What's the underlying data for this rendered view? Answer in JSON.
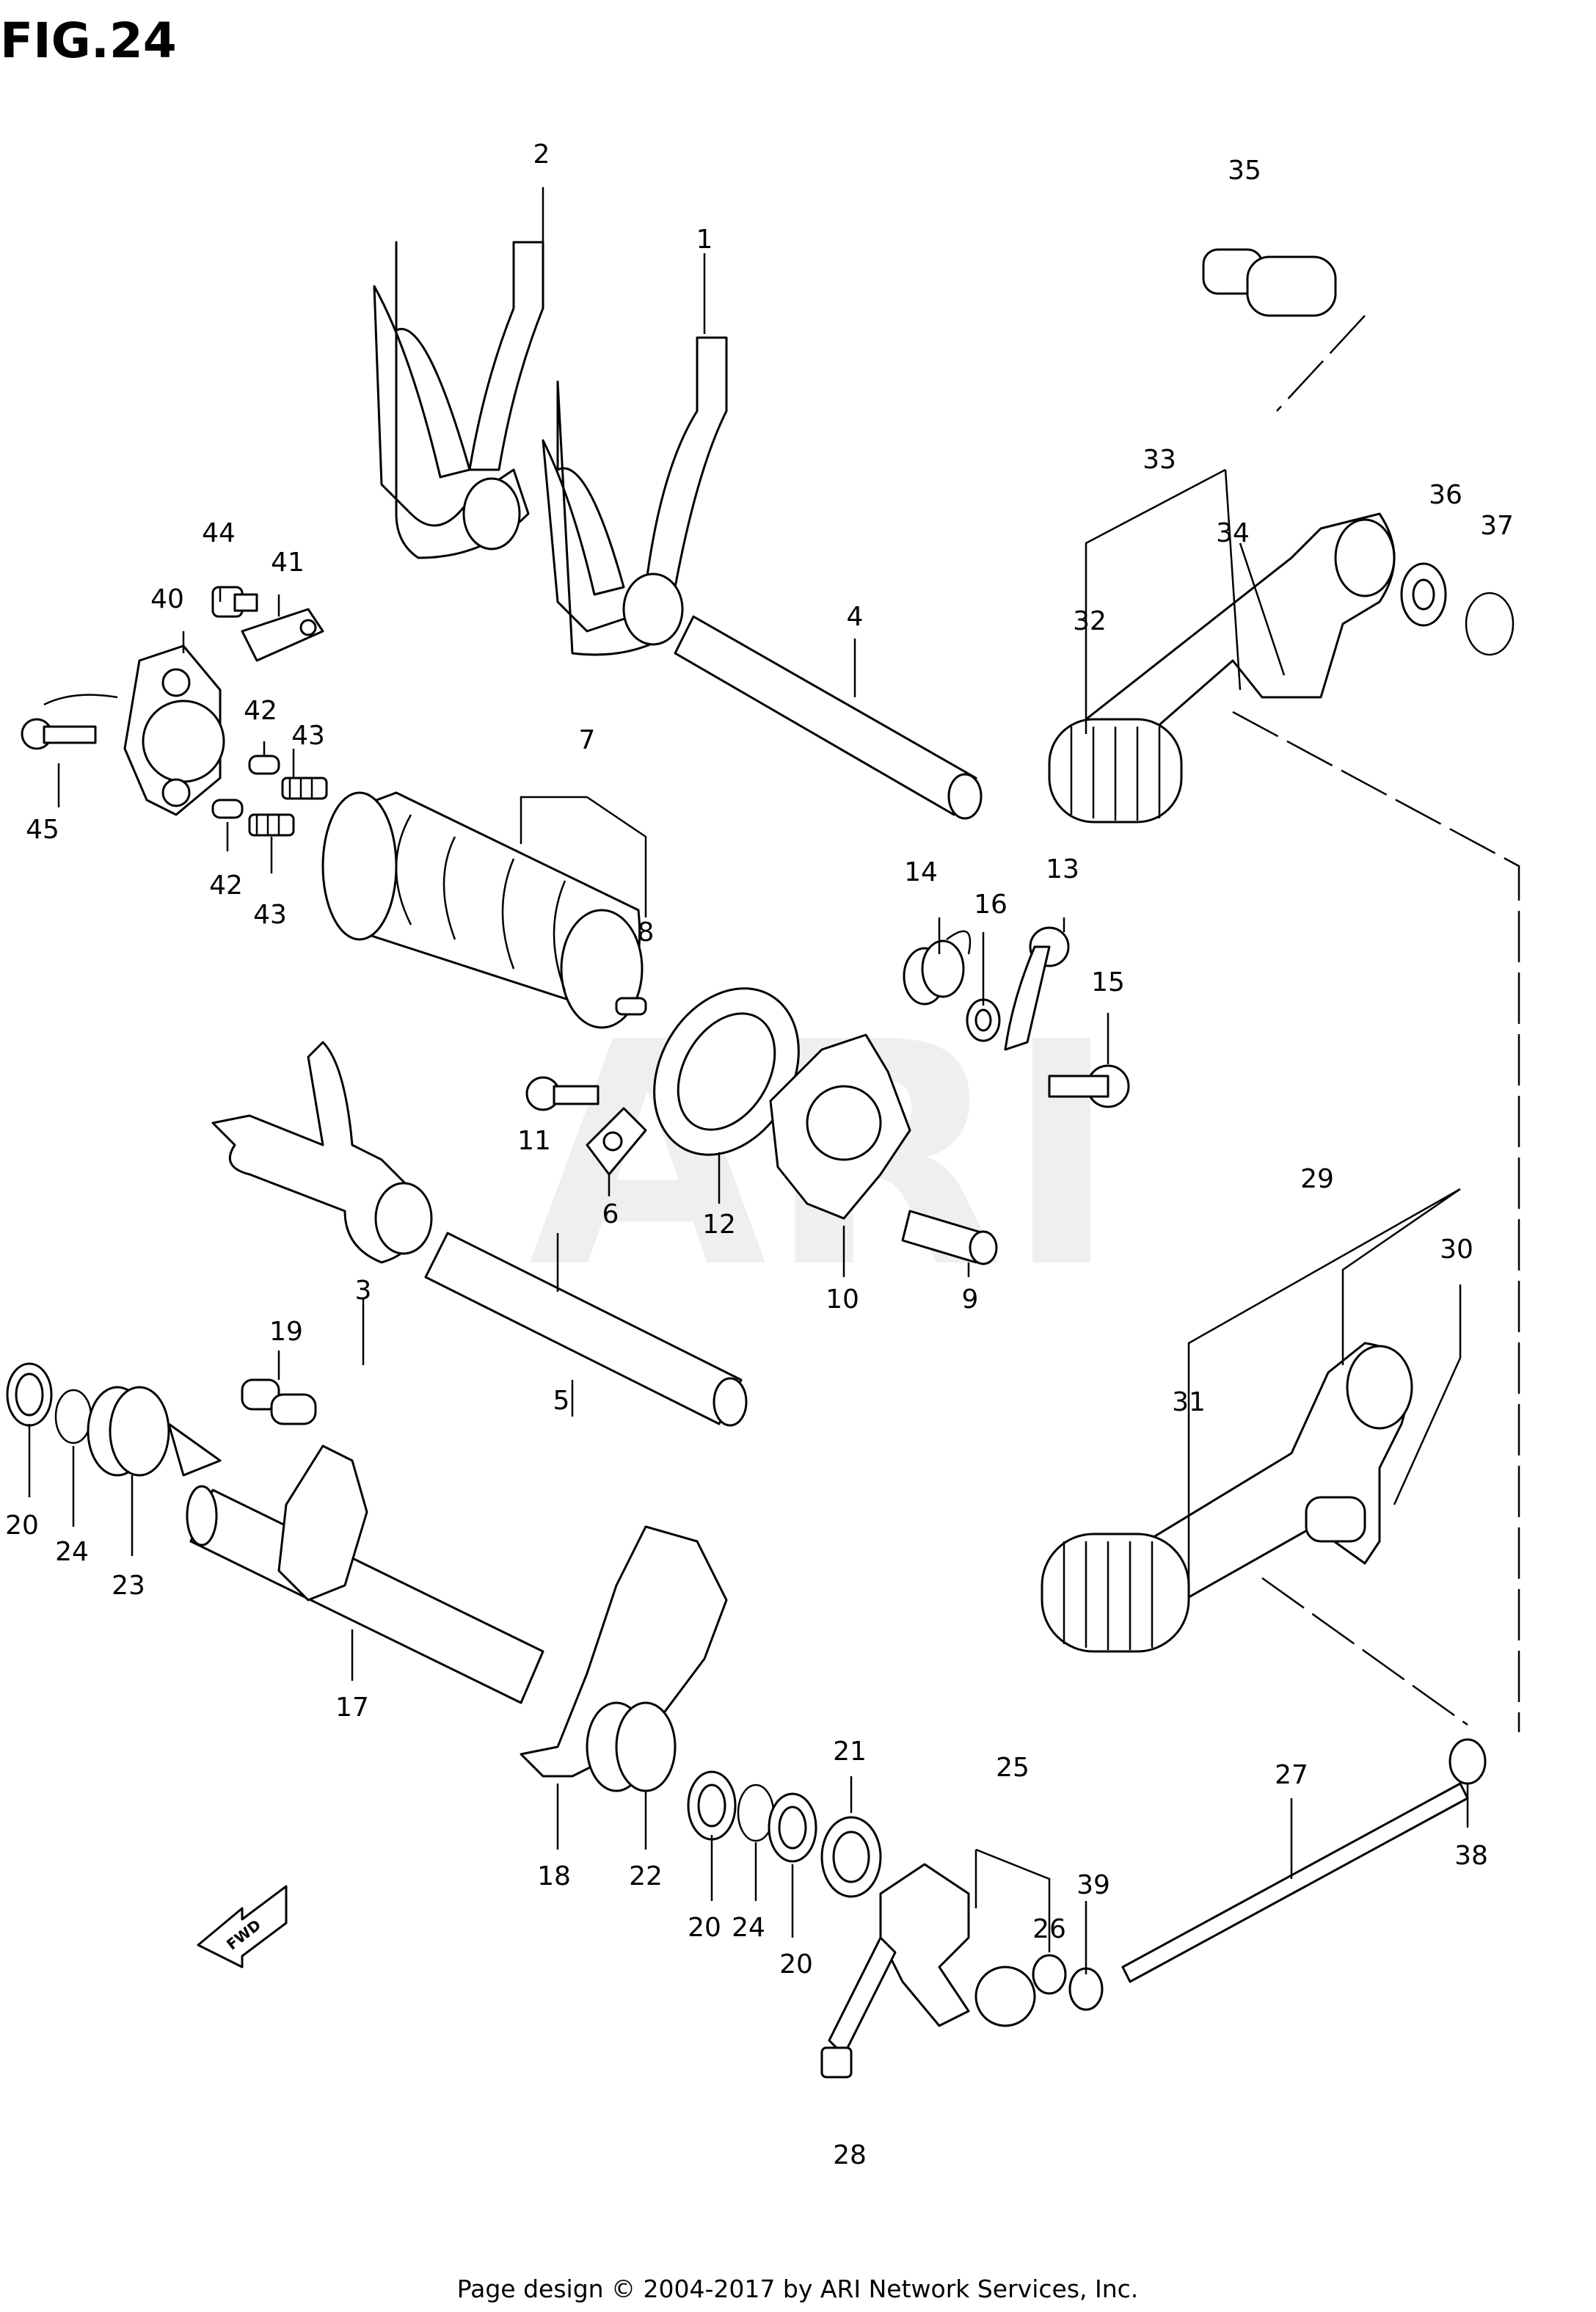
{
  "figure": {
    "title": "FIG.24"
  },
  "footer": {
    "text": "Page design © 2004-2017 by ARI Network Services, Inc."
  },
  "watermark": {
    "text": "ARI"
  },
  "direction_marker": {
    "text": "FWD"
  },
  "callouts": [
    "1",
    "2",
    "3",
    "4",
    "5",
    "6",
    "7",
    "8",
    "9",
    "10",
    "11",
    "12",
    "13",
    "14",
    "15",
    "16",
    "17",
    "18",
    "19",
    "20",
    "20",
    "20",
    "21",
    "22",
    "23",
    "24",
    "24",
    "25",
    "26",
    "27",
    "28",
    "29",
    "30",
    "31",
    "32",
    "33",
    "34",
    "35",
    "36",
    "37",
    "38",
    "39",
    "40",
    "41",
    "42",
    "42",
    "43",
    "43",
    "44",
    "45"
  ]
}
